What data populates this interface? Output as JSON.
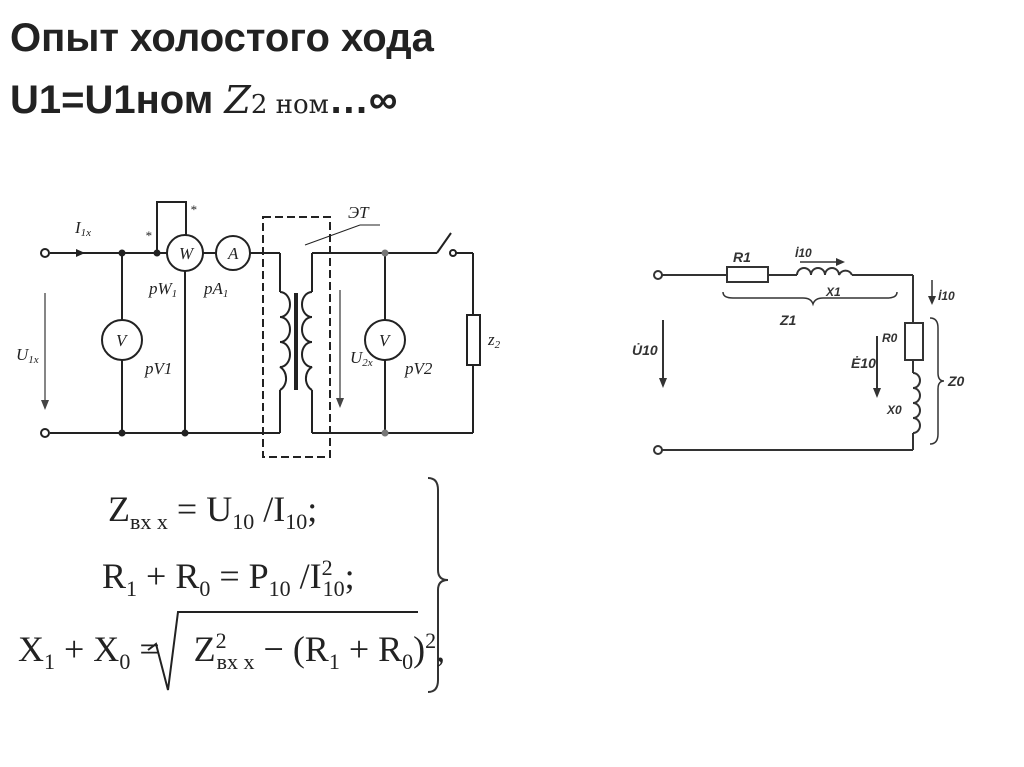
{
  "title": {
    "line1": "Опыт холостого хода",
    "line2_prefix": "U1=U1ном ",
    "line2_z": "Z",
    "line2_sub": "2 ном",
    "line2_suffix": "…∞"
  },
  "schematic": {
    "I1x": "I",
    "I1x_sub": "1x",
    "U1x": "U",
    "U1x_sub": "1x",
    "U2x": "U",
    "U2x_sub": "2x",
    "W": "W",
    "A": "A",
    "V1": "V",
    "V2": "V",
    "pW1": "pW",
    "pW1_sub": "1",
    "pA1": "pA",
    "pA1_sub": "1",
    "pV1": "pV1",
    "pV2": "pV2",
    "ET": "ЭТ",
    "z2": "z",
    "z2_sub": "2",
    "star": "*"
  },
  "equivalent": {
    "R1": "R1",
    "X1": "X1",
    "I10": "İ10",
    "Z1": "Z1",
    "U10": "U̇10",
    "E10": "Ė10",
    "R0": "R0",
    "X0": "X0",
    "Z0": "Z0",
    "I10_right": "İ10"
  },
  "formulas": {
    "f1_a": "Z",
    "f1_a_sub": "вх х",
    "f1_b": " = U",
    "f1_b_sub": "10",
    "f1_c": " /I",
    "f1_c_sub": "10",
    "f1_d": ";",
    "f2_a": "R",
    "f2_a_sub": "1",
    "f2_b": " + R",
    "f2_b_sub": "0",
    "f2_c": " = P",
    "f2_c_sub": "10",
    "f2_d": " /I",
    "f2_d_sup": "2",
    "f2_d_sub": "10",
    "f2_e": ";",
    "f3_a": "X",
    "f3_a_sub": "1",
    "f3_b": " + X",
    "f3_b_sub": "0",
    "f3_c": " =",
    "f3_root_a": "Z",
    "f3_root_a_sup": "2",
    "f3_root_a_sub": "вх х",
    "f3_root_b": " − (R",
    "f3_root_b_sub": "1",
    "f3_root_c": " + R",
    "f3_root_c_sub": "0",
    "f3_root_d": ")",
    "f3_root_d_sup": "2",
    "f3_e": ","
  }
}
